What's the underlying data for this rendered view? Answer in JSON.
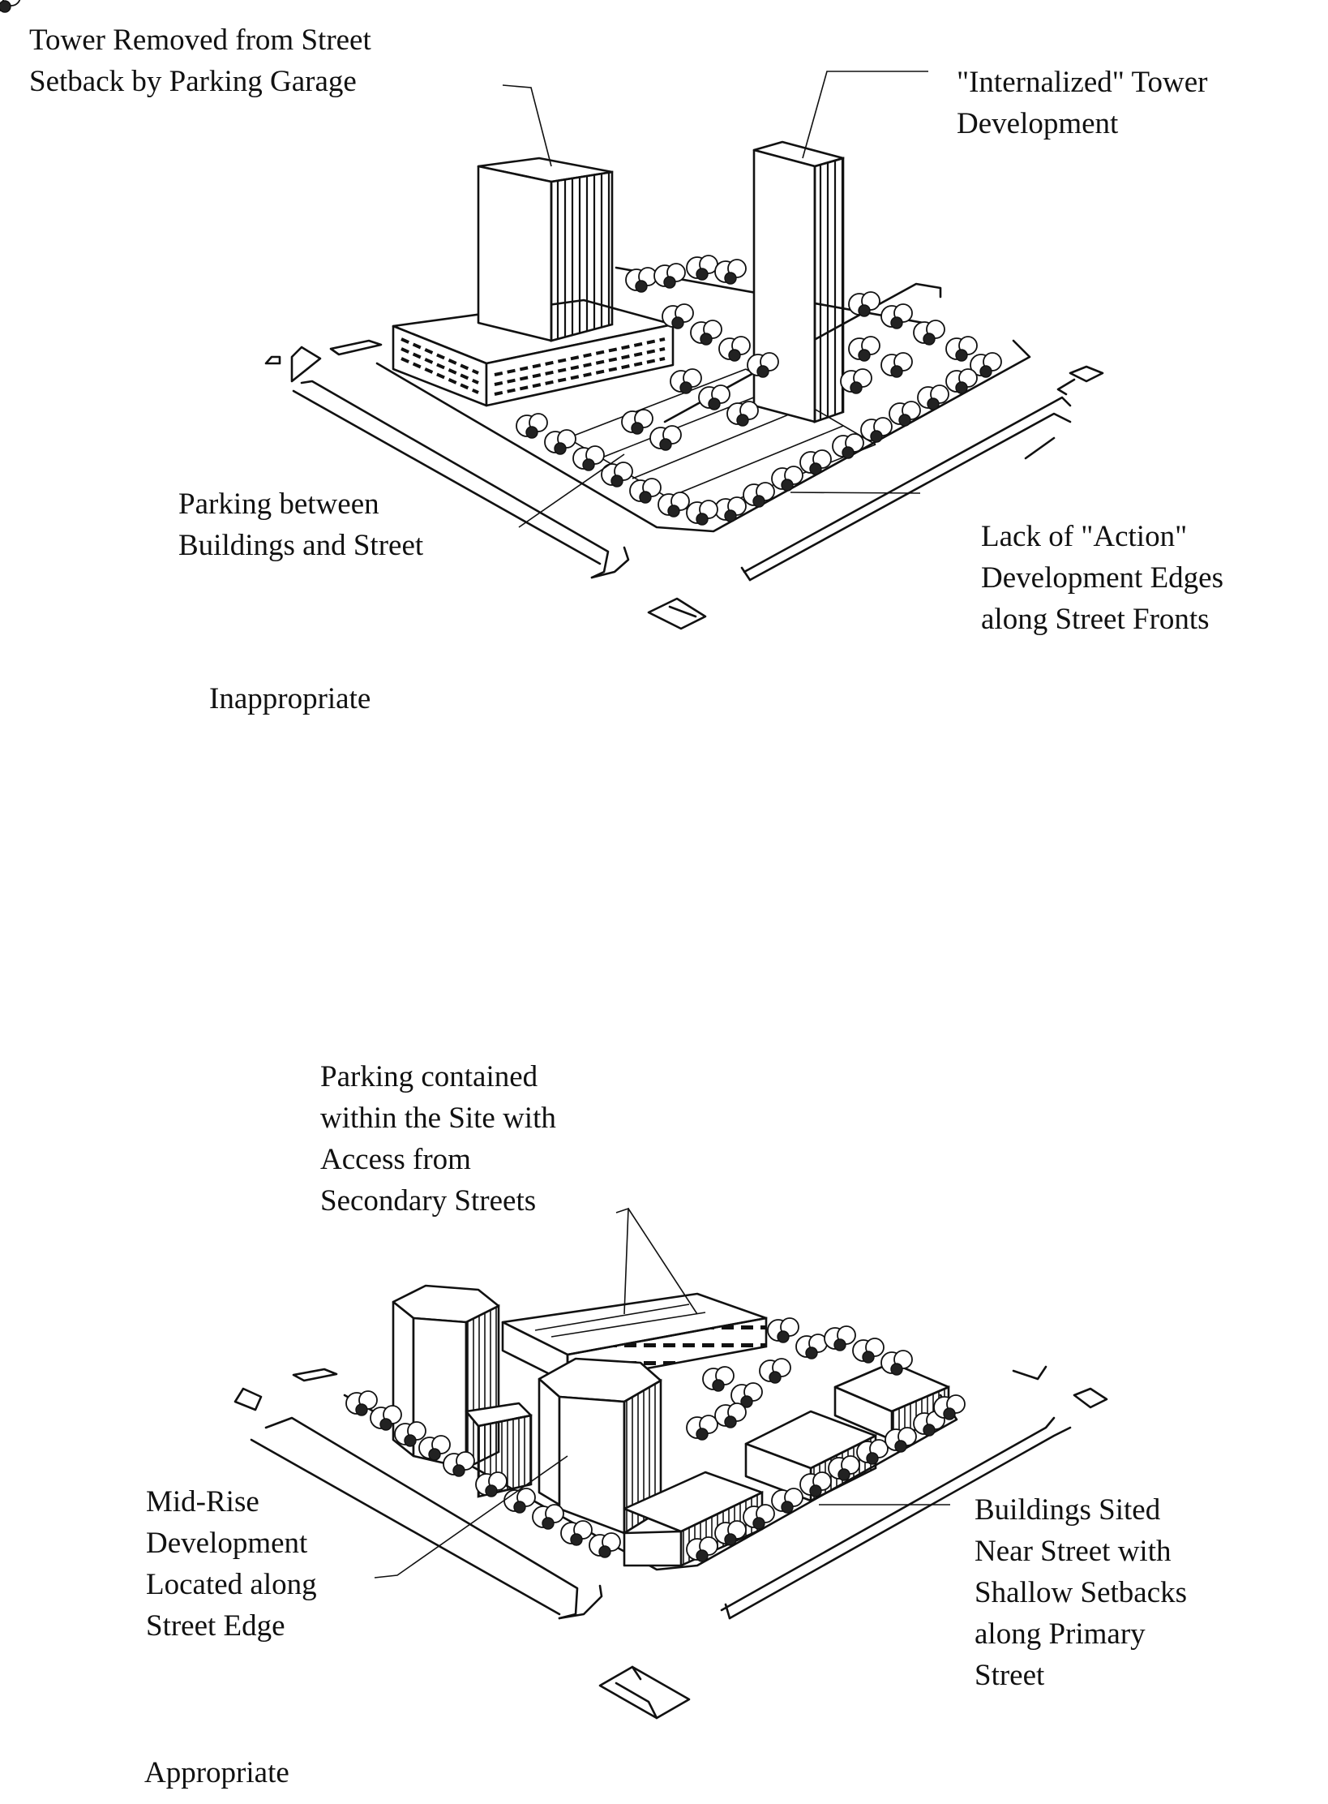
{
  "top_panel": {
    "label_tower_removed": "Tower Removed from Street\nSetback by Parking Garage",
    "label_internalized": "\"Internalized\" Tower\nDevelopment",
    "label_parking_between": "Parking between\nBuildings and Street",
    "label_lack_action": "Lack of \"Action\"\nDevelopment Edges\nalong Street Fronts",
    "caption": "Inappropriate"
  },
  "bottom_panel": {
    "label_parking_contained": "Parking contained\nwithin the Site with\nAccess from\nSecondary Streets",
    "label_mid_rise": "Mid-Rise\nDevelopment\nLocated along\nStreet Edge",
    "label_buildings_sited": "Buildings Sited\nNear Street with\nShallow Setbacks\nalong Primary\nStreet",
    "caption": "Appropriate"
  }
}
